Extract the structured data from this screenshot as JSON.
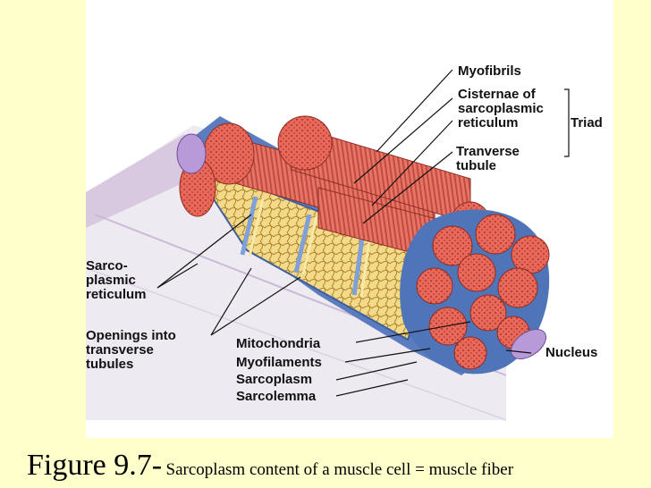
{
  "labels": {
    "myofibrils": "Myofibrils",
    "cisternae": "Cisternae of\nsarcoplasmic\nreticulum",
    "transverse_tubule": "Tranverse\ntubule",
    "triad": "Triad",
    "sarcoplasmic_reticulum": "Sarco-\nplasmic\nreticulum",
    "openings": "Openings into\ntransverse\ntubules",
    "mitochondria": "Mitochondria",
    "myofilaments": "Myofilaments",
    "sarcoplasm": "Sarcoplasm",
    "sarcolemma": "Sarcolemma",
    "nucleus": "Nucleus"
  },
  "caption": {
    "figure": "Figure 9.7-",
    "text": "Sarcoplasm content of a muscle cell = muscle fiber"
  },
  "colors": {
    "background": "#FFFFCC",
    "myofibril": "#E8685A",
    "reticulum": "#E3C46A",
    "membrane": "#4F74B8",
    "nucleus": "#B89AD8"
  }
}
